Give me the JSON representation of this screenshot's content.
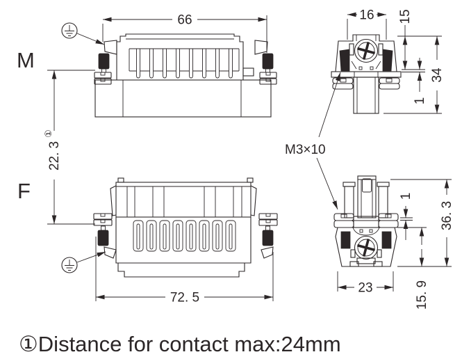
{
  "views": {
    "male_label": "M",
    "female_label": "F"
  },
  "dimensions": {
    "male_front_width": "66",
    "male_side_top_width": "16",
    "male_side_upper_height": "15",
    "male_side_total_height": "34",
    "male_side_panel_gap": "1",
    "contact_distance": "22. 3",
    "contact_distance_ref": "①",
    "female_front_width": "72. 5",
    "female_side_width": "23",
    "female_side_total_height": "36. 3",
    "female_side_lower_height": "15. 9",
    "female_side_panel_gap": "1"
  },
  "annotations": {
    "screw_spec": "M3×10",
    "note": "①Distance for contact max:24mm"
  },
  "colors": {
    "ink": "#2b2627",
    "background": "#ffffff"
  }
}
